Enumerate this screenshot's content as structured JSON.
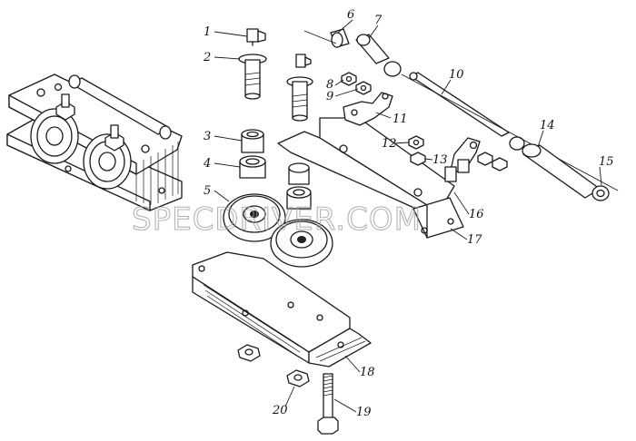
{
  "watermark": "SPECDRIVER.COM",
  "callouts": [
    {
      "id": "p1",
      "label": "1"
    },
    {
      "id": "p2",
      "label": "2"
    },
    {
      "id": "p3",
      "label": "3"
    },
    {
      "id": "p4",
      "label": "4"
    },
    {
      "id": "p5",
      "label": "5"
    },
    {
      "id": "p6",
      "label": "6"
    },
    {
      "id": "p7",
      "label": "7"
    },
    {
      "id": "p8",
      "label": "8"
    },
    {
      "id": "p9",
      "label": "9"
    },
    {
      "id": "p10",
      "label": "10"
    },
    {
      "id": "p11",
      "label": "11"
    },
    {
      "id": "p12",
      "label": "12"
    },
    {
      "id": "p13",
      "label": "13"
    },
    {
      "id": "p14",
      "label": "14"
    },
    {
      "id": "p15",
      "label": "15"
    },
    {
      "id": "p16",
      "label": "16"
    },
    {
      "id": "p17",
      "label": "17"
    },
    {
      "id": "p18",
      "label": "18"
    },
    {
      "id": "p19",
      "label": "19"
    },
    {
      "id": "p20",
      "label": "20"
    }
  ]
}
